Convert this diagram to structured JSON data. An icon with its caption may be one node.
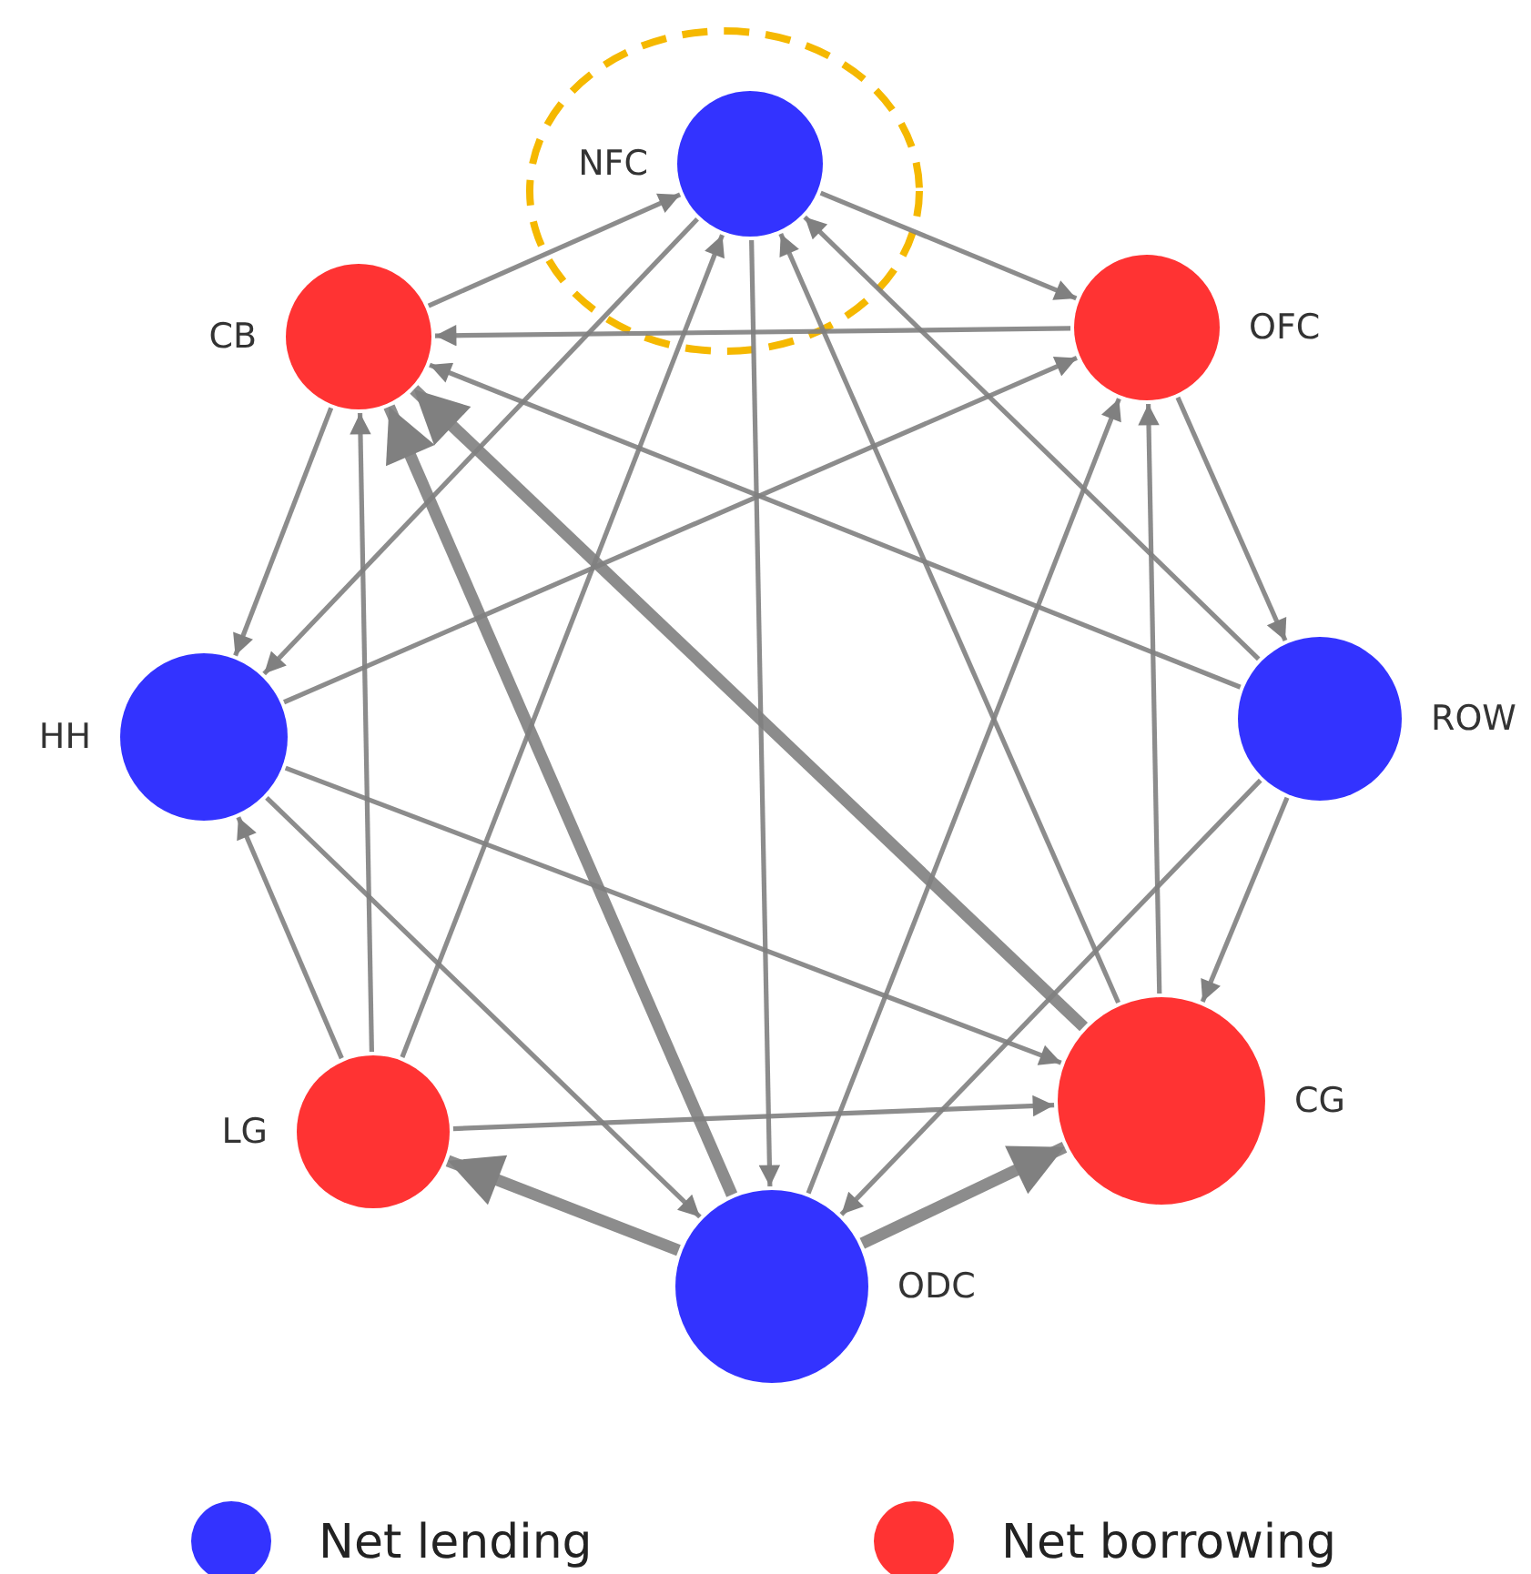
{
  "diagram": {
    "nodes": [
      {
        "text": [
          "NFC"
        ]
      },
      {
        "text": [
          "CB"
        ]
      },
      {
        "text": [
          "OFC"
        ]
      },
      {
        "text": [
          "HH"
        ]
      },
      {
        "text": [
          "ROW"
        ]
      },
      {
        "text": [
          "LG"
        ]
      },
      {
        "text": [
          "CG"
        ]
      },
      {
        "text": [
          "ODC"
        ]
      }
    ],
    "edges": [
      {
        "from": 1,
        "to": 0,
        "arrow": "to"
      },
      {
        "from": 0,
        "to": 2,
        "arrow": "to"
      },
      {
        "from": 2,
        "to": 1,
        "arrow": "to"
      },
      {
        "from": 0,
        "to": 3,
        "arrow": "to"
      },
      {
        "from": 1,
        "to": 3,
        "arrow": "to"
      },
      {
        "from": 5,
        "to": 0,
        "arrow": "to"
      },
      {
        "from": 0,
        "to": 7,
        "arrow": "to"
      },
      {
        "from": 6,
        "to": 0,
        "arrow": "to"
      },
      {
        "from": 4,
        "to": 0,
        "arrow": "to"
      },
      {
        "from": 4,
        "to": 1,
        "arrow": "to"
      },
      {
        "from": 6,
        "to": 1,
        "arrow": "to",
        "style": "thick"
      },
      {
        "from": 7,
        "to": 1,
        "arrow": "to",
        "style": "thick"
      },
      {
        "from": 5,
        "to": 1,
        "arrow": "to"
      },
      {
        "from": 3,
        "to": 2,
        "arrow": "to"
      },
      {
        "from": 7,
        "to": 2,
        "arrow": "to"
      },
      {
        "from": 6,
        "to": 2,
        "arrow": "to"
      },
      {
        "from": 2,
        "to": 4,
        "arrow": "to"
      },
      {
        "from": 4,
        "to": 6,
        "arrow": "to"
      },
      {
        "from": 4,
        "to": 7,
        "arrow": "to"
      },
      {
        "from": 3,
        "to": 6,
        "arrow": "to"
      },
      {
        "from": 3,
        "to": 7,
        "arrow": "to"
      },
      {
        "from": 5,
        "to": 3,
        "arrow": "to"
      },
      {
        "from": 5,
        "to": 6,
        "arrow": "to"
      },
      {
        "from": 7,
        "to": 5,
        "arrow": "to",
        "style": "thick"
      },
      {
        "from": 7,
        "to": 6,
        "arrow": "to",
        "style": "thick"
      }
    ],
    "legend": [
      {
        "text": "Net lending",
        "color": "#3333ff"
      },
      {
        "text": "Net borrowing",
        "color": "#ff3333"
      }
    ]
  }
}
